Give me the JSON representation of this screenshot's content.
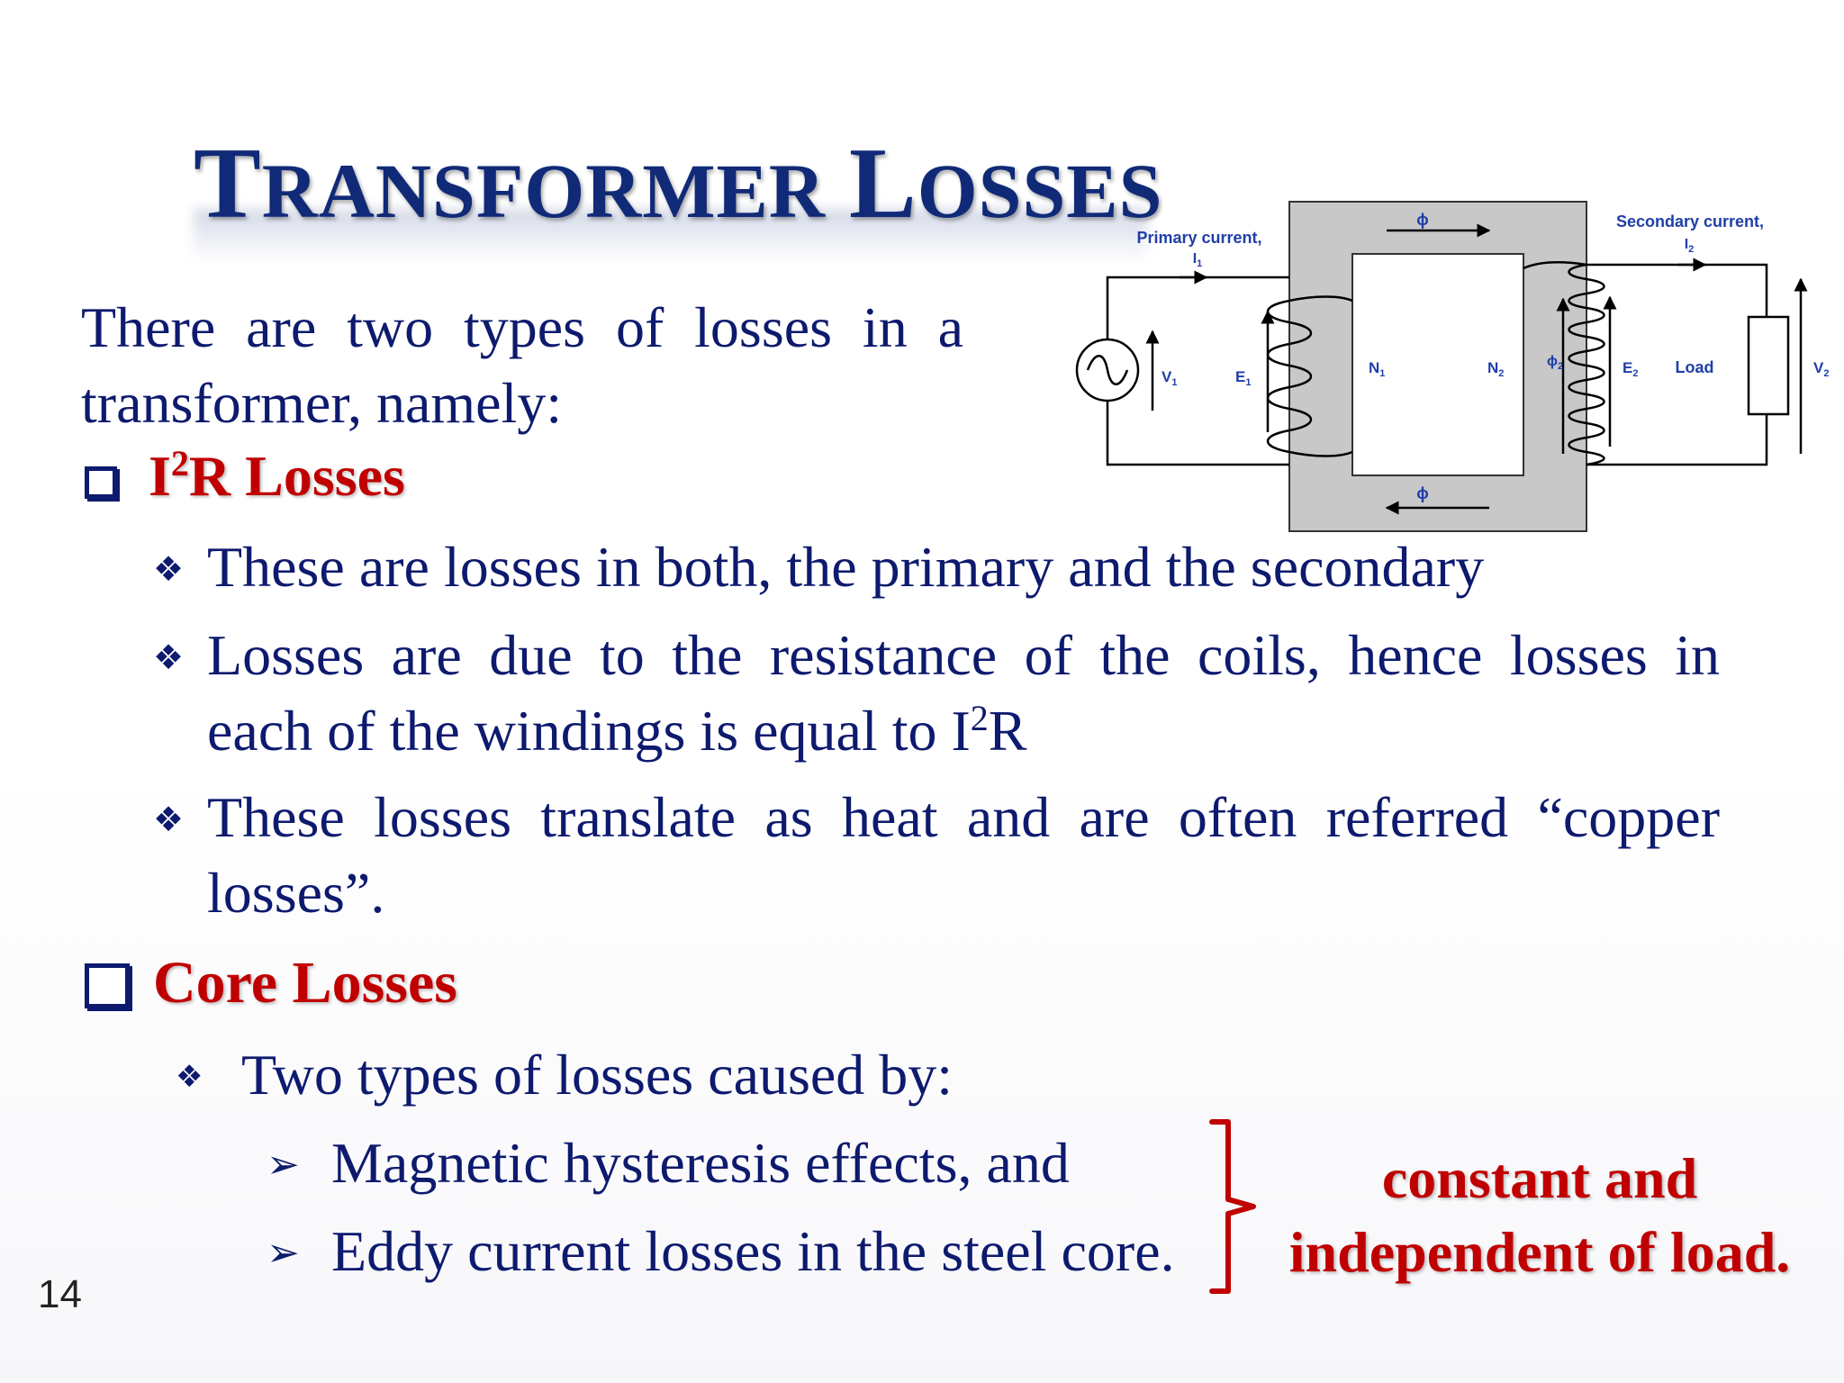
{
  "slide": {
    "title_parts": [
      "T",
      "RANSFORMER",
      "L",
      "OSSES"
    ],
    "page_number": "14",
    "intro_line1": "There are two types of losses in a",
    "intro_line2": "transformer, namely:"
  },
  "section1": {
    "heading_pre": "I",
    "heading_sup": "2",
    "heading_post": "R Losses",
    "bullet1": "These are losses in both, the primary and the secondary",
    "bullet2_line1": "Losses are due to the resistance of the coils, hence losses in",
    "bullet2_line2_pre": "each of the windings is equal to I",
    "bullet2_sup": "2",
    "bullet2_line2_post": "R",
    "bullet3_line1": "These losses translate as heat and are often referred “copper",
    "bullet3_line2": "losses”."
  },
  "section2": {
    "heading": "Core Losses",
    "bullet1": "Two types of losses caused by:",
    "sub1": "Magnetic hysteresis effects, and",
    "sub2": "Eddy current losses in the steel core.",
    "note_line1": "constant and",
    "note_line2": "independent of load."
  },
  "diagram": {
    "primary_current": "Primary current,",
    "i1": "I",
    "i1_sub": "1",
    "secondary_current": "Secondary current,",
    "i2": "I",
    "i2_sub": "2",
    "phi": "ϕ",
    "v1": "V",
    "v1_sub": "1",
    "e1": "E",
    "e1_sub": "1",
    "n1": "N",
    "n1_sub": "1",
    "n2": "N",
    "n2_sub": "2",
    "phi2": "ϕ",
    "phi2_sub": "2",
    "e2": "E",
    "e2_sub": "2",
    "load": "Load",
    "v2": "V",
    "v2_sub": "2"
  },
  "colors": {
    "text_navy": "#0d1a6e",
    "heading_red": "#c00000",
    "diagram_label_blue": "#1f3fa8",
    "core_gray": "#c8c8c8"
  },
  "icons": {
    "heading_bullet": "checkbox-square-icon",
    "item_bullet": "four-diamond-icon",
    "sub_bullet": "arrowhead-icon"
  }
}
